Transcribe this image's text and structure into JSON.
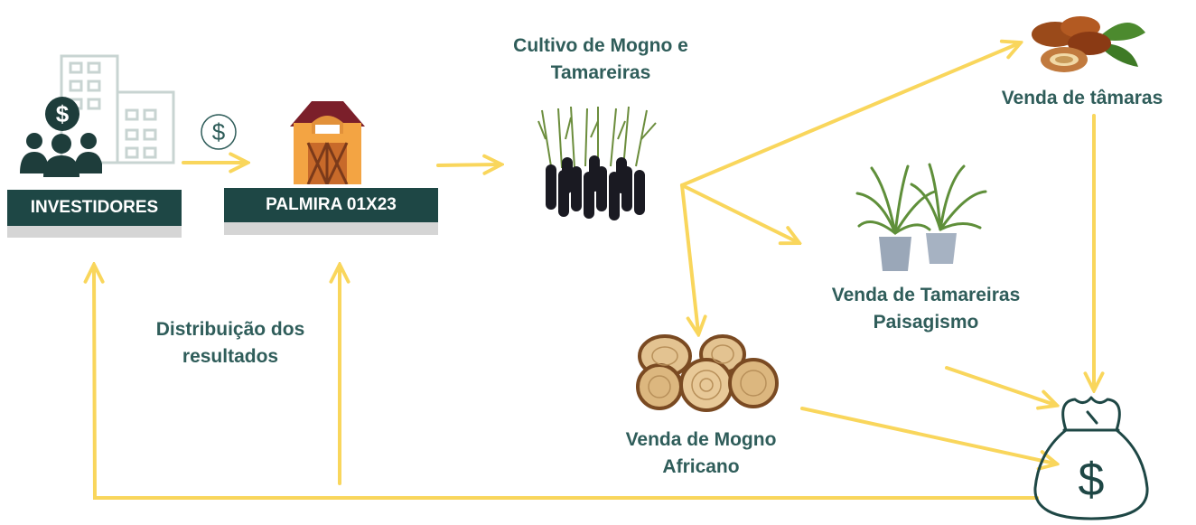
{
  "nodes": {
    "investors": "INVESTIDORES",
    "farm": "PALMIRA 01X23",
    "cultivation": "Cultivo de Mogno e Tamareiras",
    "dates_sale": "Venda de tâmaras",
    "palm_sale": "Venda de Tamareiras Paisagismo",
    "mahogany_sale": "Venda de Mogno Africano",
    "distribution": "Distribuição dos resultados"
  },
  "colors": {
    "arrow": "#f9d65c",
    "dark_teal": "#1e4745",
    "label_teal": "#2f5d5a",
    "barn_orange": "#f3a443",
    "barn_roof": "#7b1f2a"
  },
  "icons": [
    "building-icon",
    "investors-group-icon",
    "dollar-coin-icon",
    "barn-icon",
    "seedlings-icon",
    "dates-fruit-icon",
    "potted-palms-icon",
    "wood-logs-icon",
    "money-bag-icon"
  ]
}
